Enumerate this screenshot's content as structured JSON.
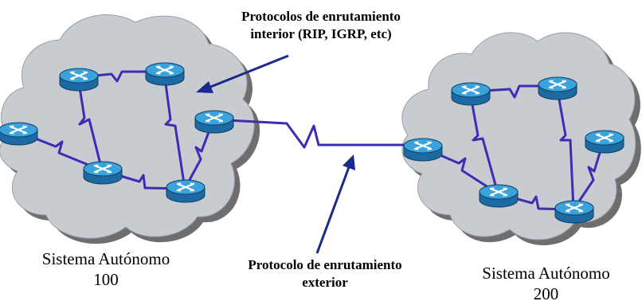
{
  "labels": {
    "interior_protocols": {
      "line1": "Protocolos de enrutamiento",
      "line2": "interior (RIP, IGRP, etc)"
    },
    "exterior_protocol": {
      "line1": "Protocolo de enrutamiento",
      "line2": "exterior"
    },
    "as_100": {
      "line1": "Sistema Autónomo",
      "line2": "100"
    },
    "as_200": {
      "line1": "Sistema Autónomo",
      "line2": "200"
    }
  },
  "colors": {
    "cloud_fill": "#c8ccd0",
    "cloud_shadow": "#6e6e6e",
    "link": "#3b2db5",
    "arrow": "#1a2a8c",
    "router_top": "#3aa0d8",
    "router_body": "#1f6fa8"
  },
  "icons": {
    "router": "router-icon",
    "cloud": "cloud-icon"
  }
}
